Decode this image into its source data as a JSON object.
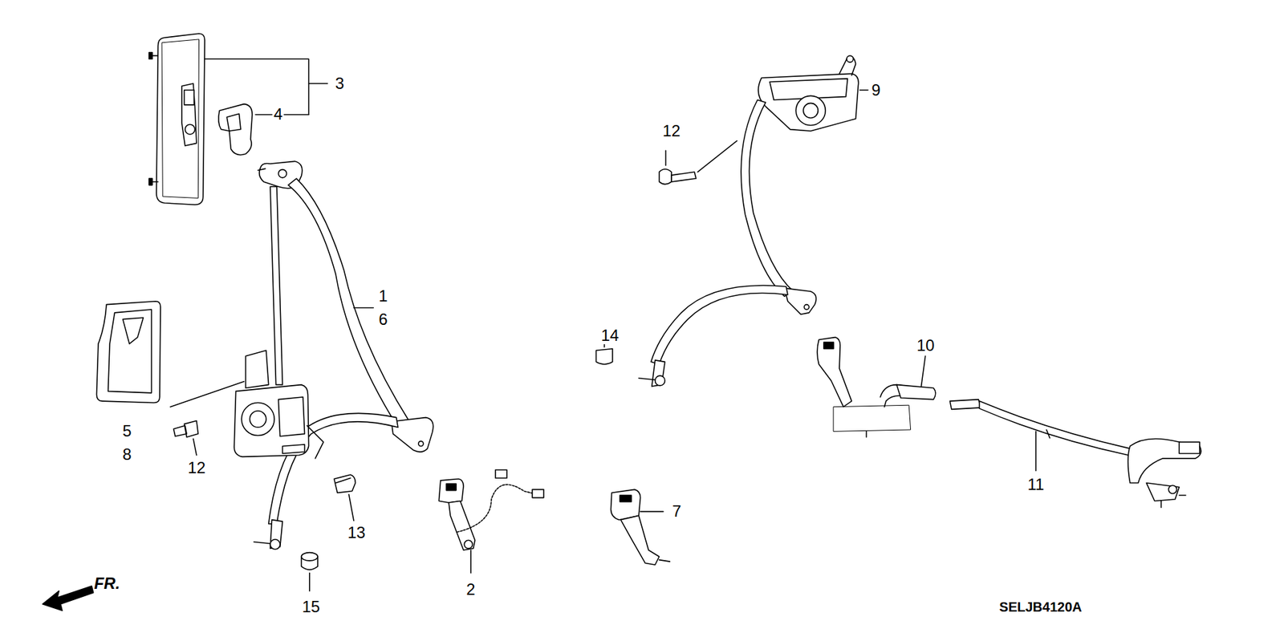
{
  "diagram": {
    "labels": [
      "3",
      "4",
      "9",
      "12",
      "1",
      "6",
      "14",
      "10",
      "5",
      "8",
      "12",
      "13",
      "11",
      "7",
      "2",
      "15",
      "FR.",
      "SELJB4120A"
    ]
  }
}
